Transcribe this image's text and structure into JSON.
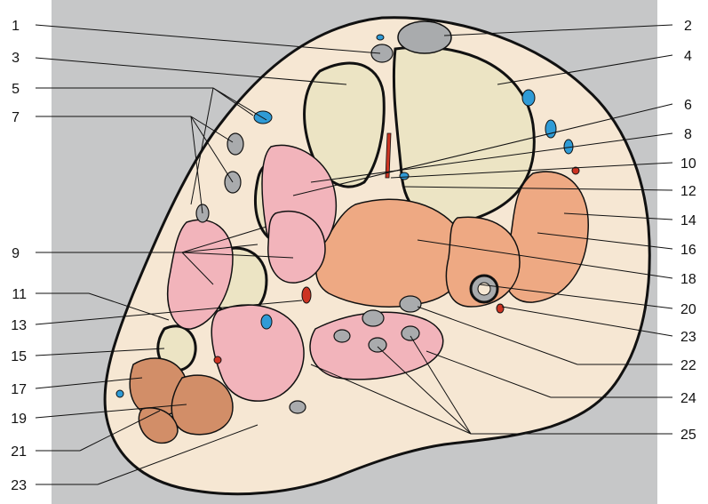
{
  "figure": {
    "description_colors": {
      "background_panel": "#c6c7c8",
      "skin": "#f6e7d3",
      "bone": "#ece4c4",
      "bone_outline": "#111111",
      "muscle_pink": "#f2b4bb",
      "muscle_orange": "#eea983",
      "muscle_brown": "#d28e68",
      "vein_blue": "#2f9bd6",
      "artery_red": "#cc3322",
      "tendon_gray": "#a9abad"
    }
  },
  "labels_left": [
    "1",
    "3",
    "5",
    "7",
    "9",
    "11",
    "13",
    "15",
    "17",
    "19",
    "21",
    "23"
  ],
  "labels_right": [
    "2",
    "4",
    "6",
    "8",
    "10",
    "12",
    "14",
    "16",
    "18",
    "20",
    "23",
    "22",
    "24",
    "25"
  ]
}
